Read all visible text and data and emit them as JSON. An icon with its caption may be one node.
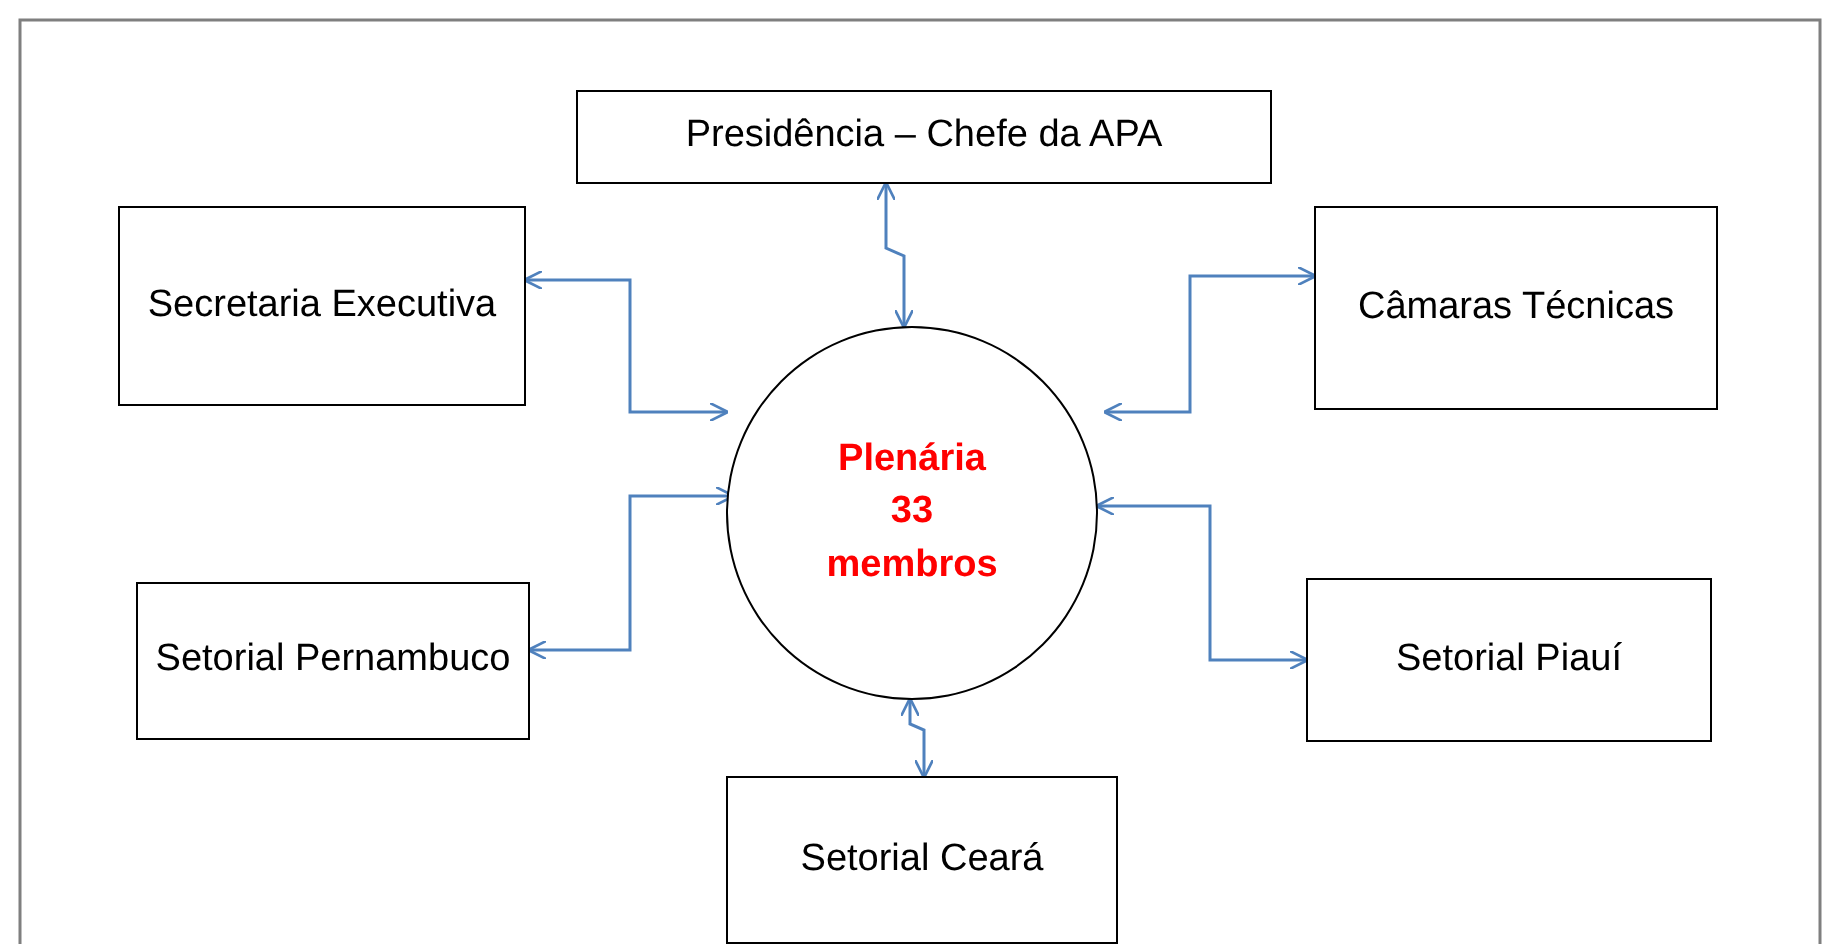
{
  "diagram": {
    "nodes": [
      {
        "text": [
          "Presidência – Chefe da APA"
        ]
      },
      {
        "text": [
          "Secretaria Executiva"
        ]
      },
      {
        "text": [
          "Câmaras Técnicas"
        ]
      },
      {
        "text": [
          "Plenária 33 membros"
        ]
      },
      {
        "text": [
          "Setorial Pernambuco"
        ]
      },
      {
        "text": [
          "Setorial Piauí"
        ]
      },
      {
        "text": [
          "Setorial Ceará"
        ]
      }
    ],
    "edges": [
      {
        "from": 3,
        "to": 0,
        "arrow": "both"
      },
      {
        "from": 3,
        "to": 1,
        "arrow": "both"
      },
      {
        "from": 3,
        "to": 2,
        "arrow": "both"
      },
      {
        "from": 3,
        "to": 4,
        "arrow": "both"
      },
      {
        "from": 3,
        "to": 5,
        "arrow": "both"
      },
      {
        "from": 3,
        "to": 6,
        "arrow": "both"
      }
    ]
  }
}
